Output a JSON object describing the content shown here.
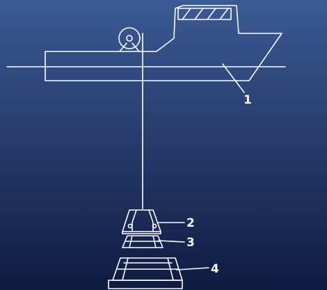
{
  "background": {
    "top_color": "#3c5a94",
    "bottom_color": "#0f1b40"
  },
  "line_color": "#ffffff",
  "callouts": [
    {
      "label": "1",
      "part": "vessel"
    },
    {
      "label": "2",
      "part": "upper-frame"
    },
    {
      "label": "3",
      "part": "middle-frame"
    },
    {
      "label": "4",
      "part": "base-frame"
    }
  ]
}
